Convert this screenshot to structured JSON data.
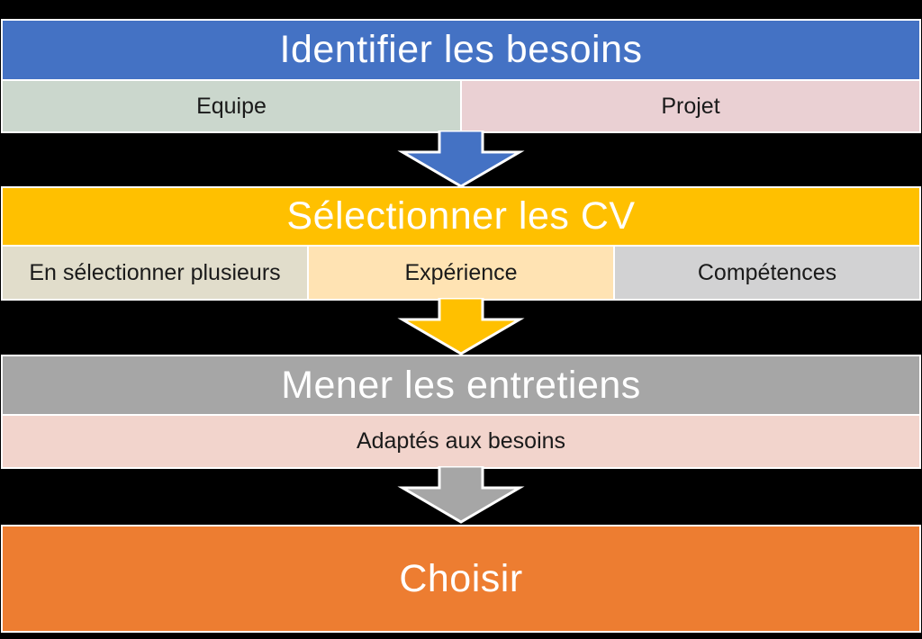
{
  "diagram": {
    "title_language": "fr",
    "steps": [
      {
        "title": "Identifier les besoins",
        "header_color": "#4472C4",
        "sub_items": [
          {
            "label": "Equipe",
            "color": "#CBD7CD"
          },
          {
            "label": "Projet",
            "color": "#EAD0D3"
          }
        ]
      },
      {
        "title": "Sélectionner les CV",
        "header_color": "#FFC000",
        "sub_items": [
          {
            "label": "En sélectionner plusieurs",
            "color": "#E1DDCB"
          },
          {
            "label": "Expérience",
            "color": "#FFE3B3"
          },
          {
            "label": "Compétences",
            "color": "#D2D2D3"
          }
        ]
      },
      {
        "title": "Mener les entretiens",
        "header_color": "#A6A6A6",
        "sub_items": [
          {
            "label": "Adaptés aux besoins",
            "color": "#F2D4CC"
          }
        ]
      },
      {
        "title": "Choisir",
        "header_color": "#ED7D31",
        "sub_items": []
      }
    ],
    "arrows": [
      {
        "name": "down-arrow",
        "color": "#4472C4"
      },
      {
        "name": "down-arrow",
        "color": "#FFC000"
      },
      {
        "name": "down-arrow",
        "color": "#A6A6A6"
      }
    ]
  },
  "colors": {
    "blue": "#4472C4",
    "sage": "#CBD7CD",
    "dusty_pink": "#EAD0D3",
    "yellow": "#FFC000",
    "tan": "#E1DDCB",
    "peach": "#FFE3B3",
    "cell_gray": "#D2D2D3",
    "header_gray": "#A6A6A6",
    "salmon": "#F2D4CC",
    "orange": "#ED7D31",
    "background": "#000000",
    "text_dark": "#1A1A1A",
    "text_light": "#FFFFFF",
    "outline": "#FFFFFF"
  }
}
